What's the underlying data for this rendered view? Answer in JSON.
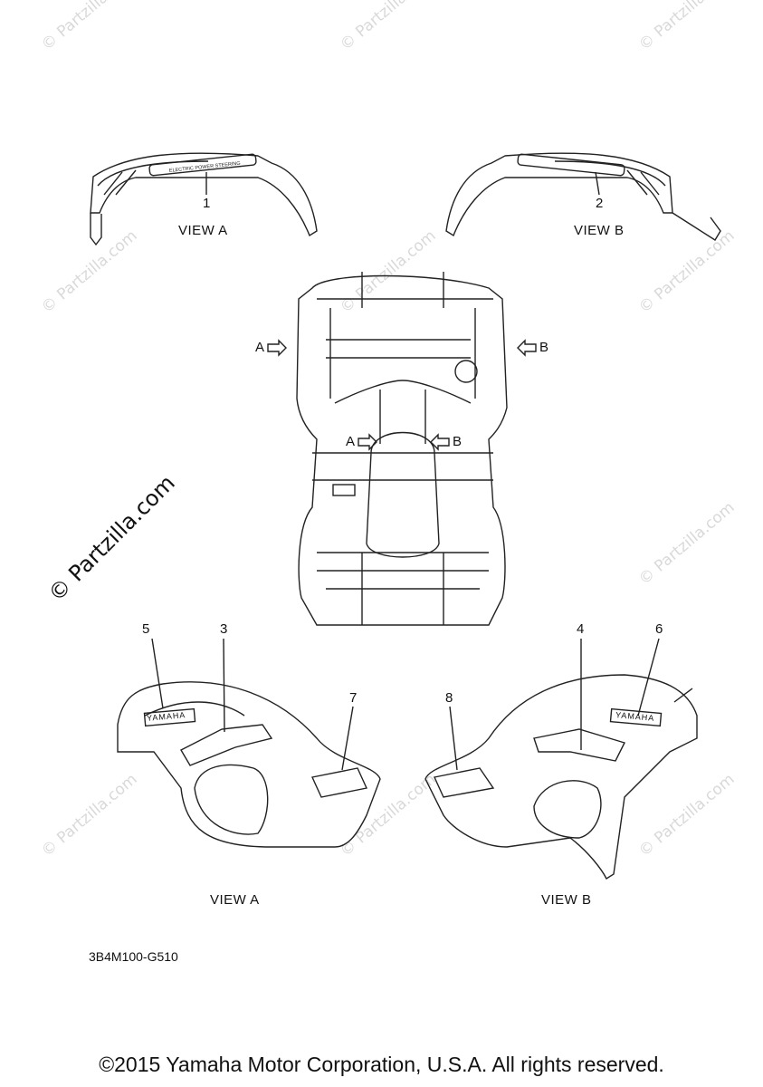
{
  "watermark": "© Partzilla.com",
  "view_a": "VIEW A",
  "view_b": "VIEW B",
  "arrow_a": "A",
  "arrow_b": "B",
  "callouts": [
    "1",
    "2",
    "3",
    "4",
    "5",
    "6",
    "7",
    "8"
  ],
  "decals": {
    "fender_strip": "ELECTRIC POWER STEERING",
    "yamaha": "YAMAHA"
  },
  "diagram_code": "3B4M100-G510",
  "copyright": "©2015 Yamaha Motor Corporation, U.S.A. All rights reserved."
}
